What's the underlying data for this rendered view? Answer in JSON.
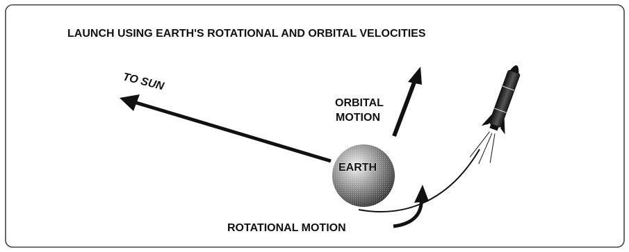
{
  "title": "LAUNCH USING EARTH'S ROTATIONAL AND ORBITAL VELOCITIES",
  "labels": {
    "to_sun": "TO SUN",
    "orbital_line1": "ORBITAL",
    "orbital_line2": "MOTION",
    "earth": "EARTH",
    "rotational": "ROTATIONAL MOTION"
  },
  "colors": {
    "ink": "#111111",
    "frame": "#444444",
    "earth_light": "#eeeeee",
    "earth_dark": "#2a2a2a"
  },
  "icons": [
    "earth-globe",
    "rocket-icon",
    "sun-direction-arrow",
    "orbital-motion-arrow",
    "rotational-motion-arrow"
  ]
}
